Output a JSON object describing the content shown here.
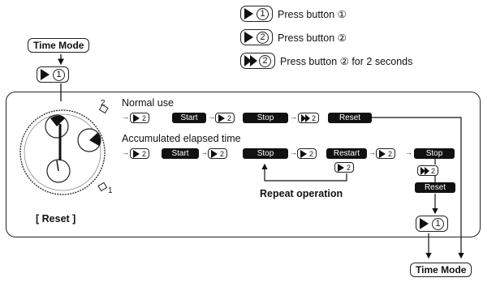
{
  "legend": [
    {
      "button": "1",
      "description": "Press button ①"
    },
    {
      "button": "2",
      "description": "Press button ②"
    },
    {
      "button": "2",
      "description": "Press button ② for 2 seconds"
    }
  ],
  "start_mode": "Time Mode",
  "end_mode": "Time Mode",
  "reset_label": "[ Reset ]",
  "watch": {
    "crown_top": "2",
    "crown_bottom": "1"
  },
  "normal_use": {
    "title": "Normal use",
    "buttons": [
      "2",
      "2",
      "2"
    ],
    "states": [
      "Start",
      "Stop",
      "Reset"
    ]
  },
  "accumulated": {
    "title": "Accumulated elapsed time",
    "buttons": [
      "2",
      "2",
      "2",
      "2",
      "2"
    ],
    "states": [
      "Start",
      "Stop",
      "Restart",
      "Stop"
    ],
    "restart_button": "2",
    "after_stop_button": "2",
    "after_stop_state": "Reset"
  },
  "repeat_label": "Repeat operation",
  "final_button": "1"
}
